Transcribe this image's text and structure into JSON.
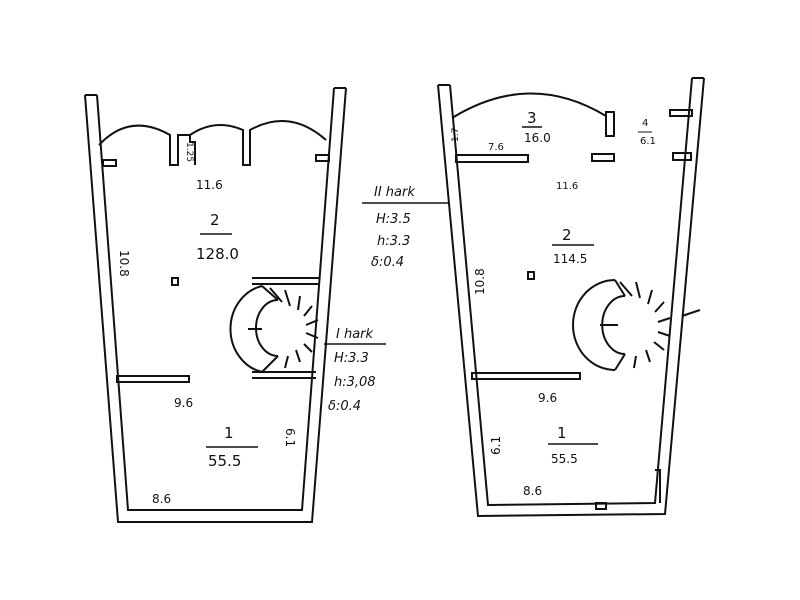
{
  "floor_plan_1": {
    "wall_top": "11.6",
    "room2_number": "2",
    "room2_area": "128.0",
    "left_wall": "10.8",
    "small_dim": "1.25",
    "inner_wall": "9.6",
    "room1_number": "1",
    "room1_area": "55.5",
    "right_wall": "6.1",
    "bottom_wall": "8.6"
  },
  "floor_plan_2": {
    "room3_number": "3",
    "room3_area": "16.0",
    "room4_number": "4",
    "room4_area": "6.1",
    "small_dim": "1.7",
    "partition": "7.6",
    "wall_top": "11.6",
    "room2_number": "2",
    "room2_area": "114.5",
    "left_wall": "10.8",
    "inner_wall": "9.6",
    "room1_number": "1",
    "room1_area": "55.5",
    "right_wall": "6.1",
    "bottom_wall": "8.6"
  },
  "floor_notes": {
    "floor2_title": "II hark",
    "floor2_H": "H:3.5",
    "floor2_h": "h:3.3",
    "floor2_d": "δ:0.4",
    "floor1_title": "I hark",
    "floor1_H": "H:3.3",
    "floor1_h": "h:3,08",
    "floor1_d": "δ:0.4"
  }
}
